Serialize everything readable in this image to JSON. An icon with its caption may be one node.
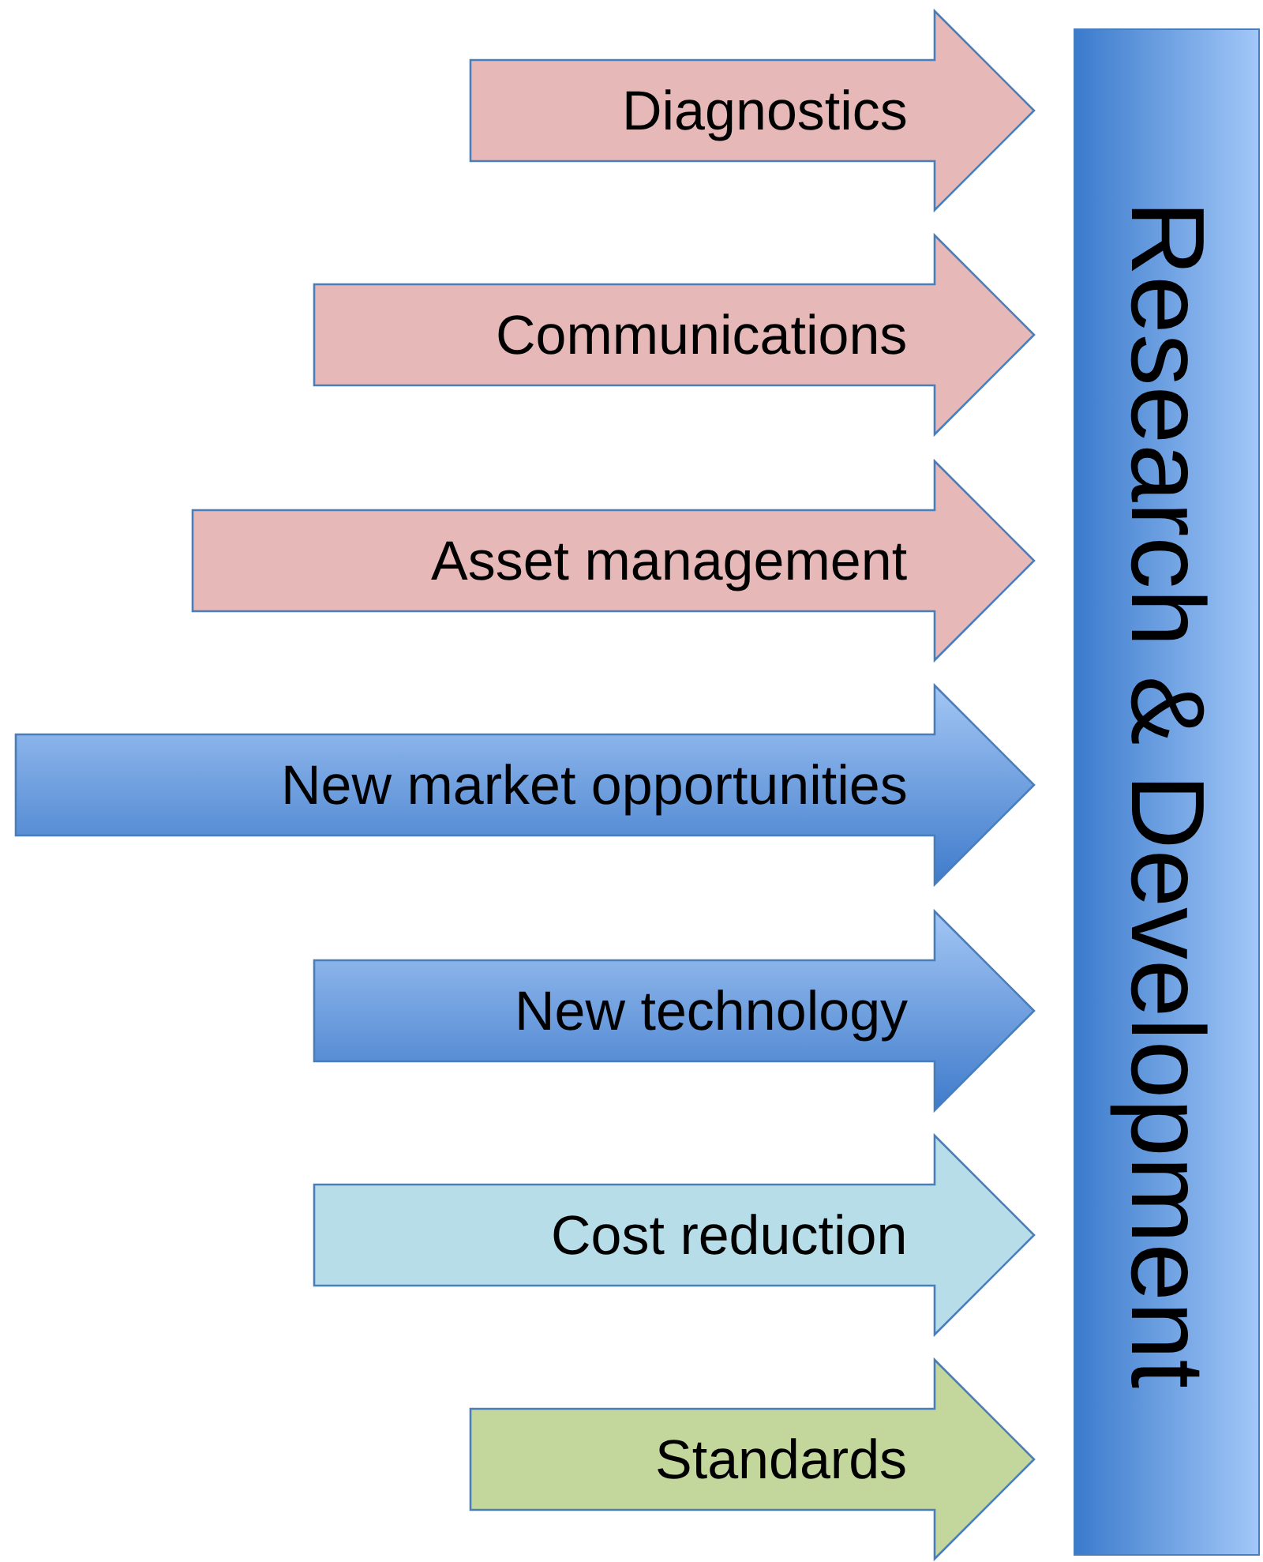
{
  "diagram": {
    "nodes": [
      {
        "text": [
          "Diagnostics"
        ]
      },
      {
        "text": [
          "Communications"
        ]
      },
      {
        "text": [
          "Asset management"
        ]
      },
      {
        "text": [
          "New market opportunities"
        ]
      },
      {
        "text": [
          "New technology"
        ]
      },
      {
        "text": [
          "Cost reduction"
        ]
      },
      {
        "text": [
          "Standards"
        ]
      },
      {
        "text": [
          "Research & Development"
        ]
      }
    ]
  }
}
